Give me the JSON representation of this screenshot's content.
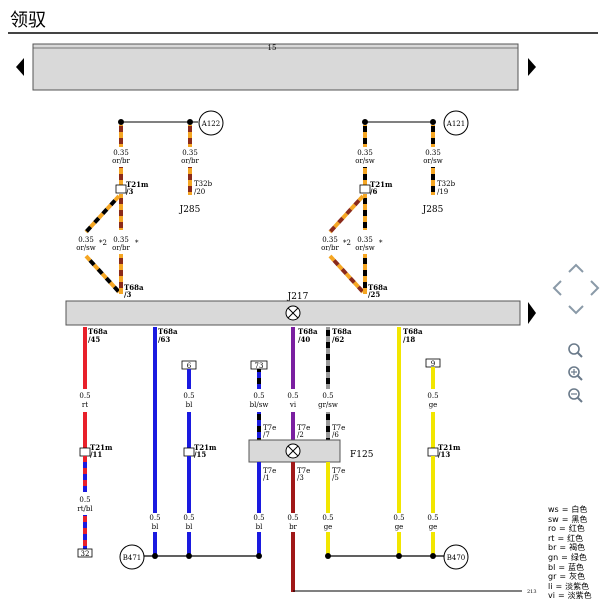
{
  "page": {
    "title": "领驭"
  },
  "toolbar": {
    "strip_number": "15",
    "left_arrow": "prev-page",
    "right_arrow": "next-page"
  },
  "nav": {
    "up": "chevron-up-icon",
    "down": "chevron-down-icon",
    "left": "chevron-left-icon",
    "right": "chevron-right-icon",
    "zoom_fit": "zoom-fit-icon",
    "zoom_in": "zoom-in-icon",
    "zoom_out": "zoom-out-icon"
  },
  "components": {
    "a122": "A122",
    "a121": "A121",
    "j285_left": "J285",
    "j285_right": "J285",
    "j217": "J217",
    "f125": "F125",
    "b471": "B471",
    "b470": "B470"
  },
  "top_left": {
    "wire1_size": "0.35",
    "wire1_color": "or/br",
    "wire2_size": "0.35",
    "wire2_color": "or/br",
    "conn_t32b": "T32b",
    "conn_t32b_pin": "/20",
    "conn_t21m": "T21m",
    "conn_t21m_pin": "/3",
    "wire3_size": "0.35",
    "wire3_color": "or/sw",
    "wire4_size": "0.35",
    "wire4_color": "or/br",
    "note_star2": "*2",
    "note_star": "*",
    "conn_t68a": "T68a",
    "conn_t68a_pin": "/3"
  },
  "top_right": {
    "wire1_size": "0.35",
    "wire1_color": "or/sw",
    "wire2_size": "0.35",
    "wire2_color": "or/sw",
    "conn_t32b": "T32b",
    "conn_t32b_pin": "/19",
    "conn_t21m": "T21m",
    "conn_t21m_pin": "/6",
    "wire3_size": "0.35",
    "wire3_color": "or/br",
    "wire4_size": "0.35",
    "wire4_color": "or/sw",
    "note_star2": "*2",
    "note_star": "*",
    "conn_t68a": "T68a",
    "conn_t68a_pin": "/25"
  },
  "bottom": {
    "c1": {
      "conn": "T68a",
      "pin": "/45",
      "size": "0.5",
      "color": "rt",
      "t21m": "T21m",
      "t21m_pin": "/11",
      "size2": "0.5",
      "color2": "rt/bl",
      "ref": "32"
    },
    "c2": {
      "conn": "T68a",
      "pin": "/63",
      "size": "0.5",
      "color": "bl"
    },
    "c3": {
      "ref": "6",
      "size": "0.5",
      "color": "bl",
      "t21m": "T21m",
      "t21m_pin": "/15",
      "size2": "0.5",
      "color2": "bl"
    },
    "c4": {
      "ref": "73",
      "size": "0.5",
      "color": "bl/sw",
      "t7e": "T7e",
      "t7e_pin": "/7",
      "t7e_b": "T7e",
      "t7e_b_pin": "/1",
      "size2": "0.5",
      "color2": "bl"
    },
    "c5": {
      "conn": "T68a",
      "pin": "/40",
      "size": "0.5",
      "color": "vi",
      "t7e": "T7e",
      "t7e_pin": "/2",
      "t7e_b": "T7e",
      "t7e_b_pin": "/3",
      "size2": "0.5",
      "color2": "br"
    },
    "c6": {
      "conn": "T68a",
      "pin": "/62",
      "size": "0.5",
      "color": "gr/sw",
      "t7e": "T7e",
      "t7e_pin": "/6",
      "t7e_b": "T7e",
      "t7e_b_pin": "/5",
      "size2": "0.5",
      "color2": "ge"
    },
    "c7": {
      "conn": "T68a",
      "pin": "/18",
      "size": "0.5",
      "color": "ge"
    },
    "c8": {
      "ref": "9",
      "size": "0.5",
      "color": "ge",
      "t21m": "T21m",
      "t21m_pin": "/13",
      "size2": "0.5",
      "color2": "ge"
    },
    "ground_ref": "213"
  },
  "legend": [
    {
      "code": "ws",
      "eq": "=",
      "name": "白色"
    },
    {
      "code": "sw",
      "eq": "=",
      "name": "黑色"
    },
    {
      "code": "ro",
      "eq": "=",
      "name": "红色"
    },
    {
      "code": "rt",
      "eq": "=",
      "name": "红色"
    },
    {
      "code": "br",
      "eq": "=",
      "name": "褐色"
    },
    {
      "code": "gn",
      "eq": "=",
      "name": "绿色"
    },
    {
      "code": "bl",
      "eq": "=",
      "name": "蓝色"
    },
    {
      "code": "gr",
      "eq": "=",
      "name": "灰色"
    },
    {
      "code": "li",
      "eq": "=",
      "name": "淡紫色"
    },
    {
      "code": "vi",
      "eq": "=",
      "name": "淡紫色"
    }
  ],
  "colors": {
    "orange": "#f5a623",
    "brown": "#8b2a1a",
    "black": "#000000",
    "red": "#e8202a",
    "blue": "#1a1ae0",
    "violet": "#7a1fa0",
    "grey": "#9a9a9a",
    "yellow": "#f2e600",
    "darkred": "#a01818",
    "box": "#d9d9d9"
  }
}
